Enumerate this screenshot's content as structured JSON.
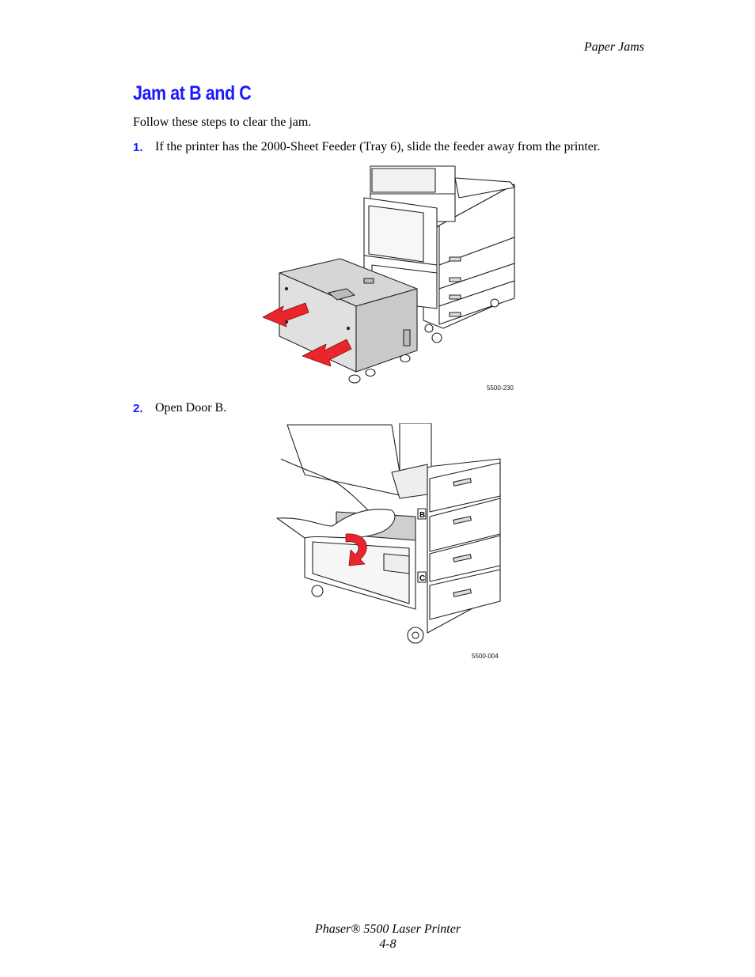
{
  "header": {
    "section": "Paper Jams"
  },
  "title": "Jam at B and C",
  "intro": "Follow these steps to clear the jam.",
  "steps": [
    {
      "num": "1.",
      "text": "If the printer has the 2000-Sheet Feeder (Tray 6), slide the feeder away from the printer.",
      "figure_id": "5500-230"
    },
    {
      "num": "2.",
      "text": "Open Door B.",
      "figure_id": "5500-004"
    }
  ],
  "figure_labels": {
    "door_b": "B",
    "door_c": "C"
  },
  "colors": {
    "heading": "#1a1aff",
    "arrow": "#e8262b"
  },
  "footer": {
    "product": "Phaser® 5500 Laser Printer",
    "page": "4-8"
  }
}
